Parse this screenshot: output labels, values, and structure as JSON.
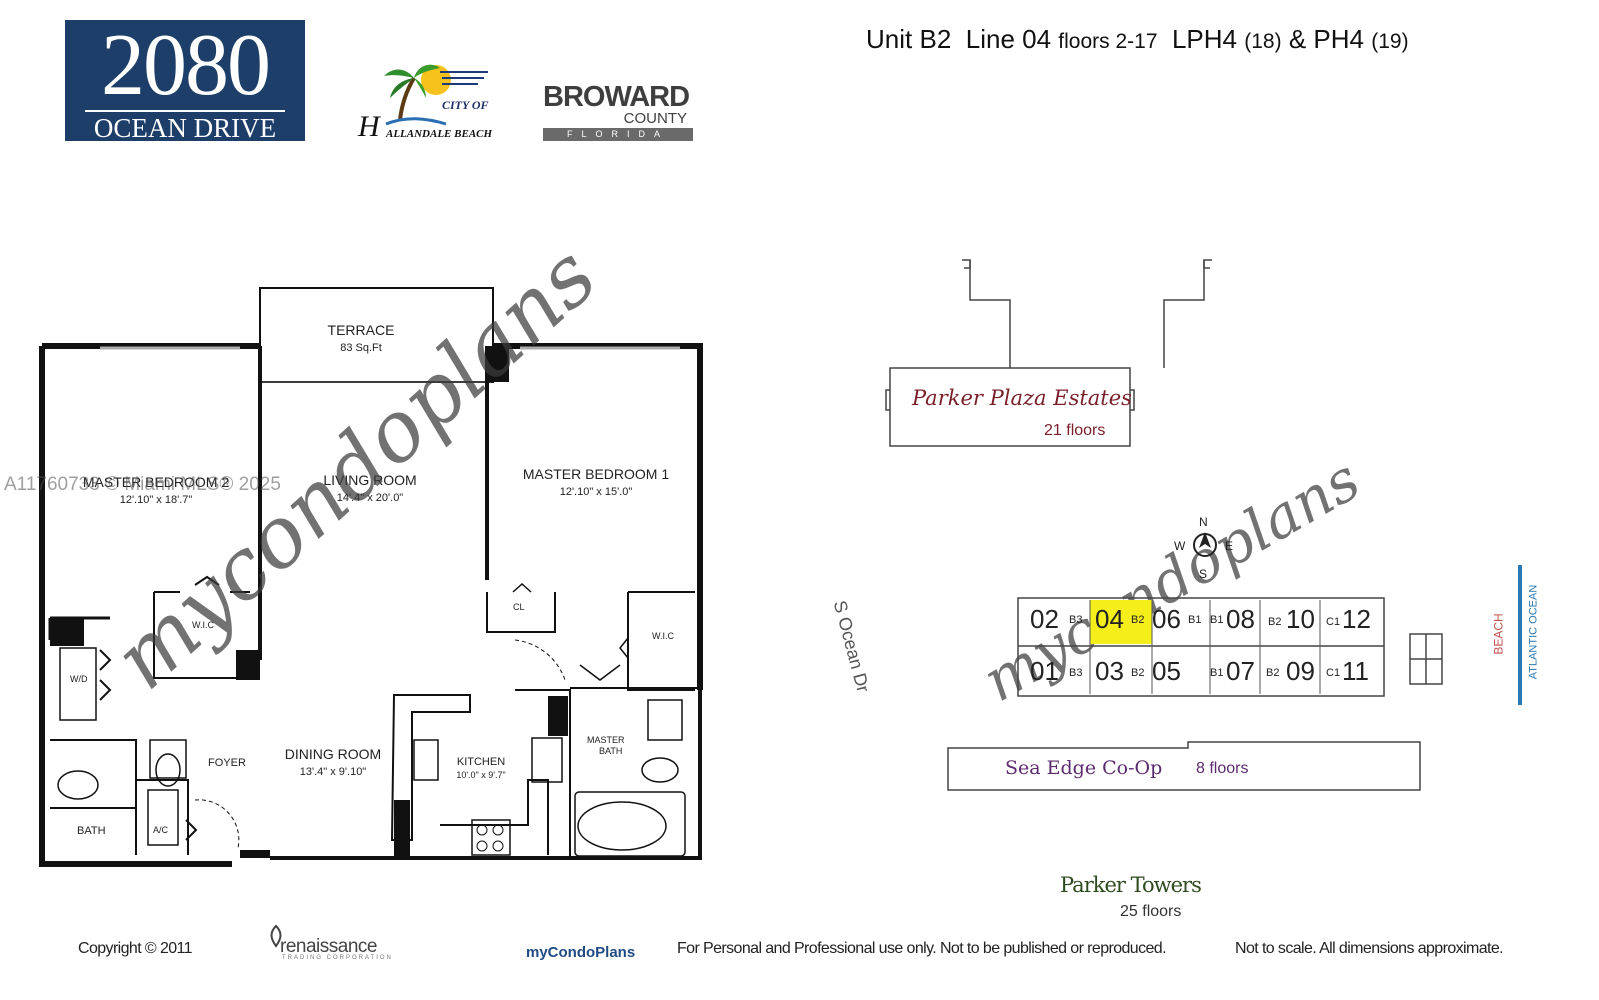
{
  "header": {
    "logo_number": "2080",
    "logo_subtitle": "OCEAN DRIVE",
    "city_logo": {
      "city_of": "CITY OF",
      "h": "H",
      "name": "ALLANDALE BEACH"
    },
    "county_logo": {
      "broward": "BROWARD",
      "county": "COUNTY",
      "florida": "FLORIDA"
    },
    "unit_line": {
      "unit_label": "Unit",
      "unit_type": "B2",
      "line_label": "Line",
      "line_number": "04",
      "floors_label": "floors 2-17",
      "lph": "LPH4",
      "lph_floor": "(18)",
      "amp": "&",
      "ph": "PH4",
      "ph_floor": "(19)"
    }
  },
  "floorplan": {
    "rooms": [
      {
        "key": "terrace",
        "name": "TERRACE",
        "dims": "83 Sq.Ft"
      },
      {
        "key": "master2",
        "name": "MASTER BEDROOM 2",
        "dims": "12'.10\" x 18'.7\""
      },
      {
        "key": "living",
        "name": "LIVING ROOM",
        "dims": "14'.4\" x 20'.0\""
      },
      {
        "key": "master1",
        "name": "MASTER BEDROOM 1",
        "dims": "12'.10\" x 15'.0\""
      },
      {
        "key": "dining",
        "name": "DINING ROOM",
        "dims": "13'.4\" x 9'.10\""
      },
      {
        "key": "kitchen",
        "name": "KITCHEN",
        "dims": "10'.0\" x 9'.7\""
      }
    ],
    "small_labels": {
      "wic_left": "W.I.C",
      "wic_right": "W.I.C",
      "cl": "CL",
      "wd": "W/D",
      "foyer": "FOYER",
      "bath": "BATH",
      "ac": "A/C",
      "master_bath_1": "MASTER",
      "master_bath_2": "BATH"
    },
    "watermark_text": "A11760733 © Miami MLS® 2025",
    "overlay_watermark": "mycondoplans"
  },
  "siteplan": {
    "parker_plaza": {
      "name": "Parker Plaza Estates",
      "floors": "21 floors"
    },
    "compass": {
      "n": "N",
      "s": "S",
      "e": "E",
      "w": "W"
    },
    "street": "S Ocean Dr",
    "beach": "BEACH",
    "ocean": "ATLANTIC OCEAN",
    "sea_edge": {
      "name": "Sea Edge Co-Op",
      "floors": "8 floors"
    },
    "parker_towers": {
      "name": "Parker Towers",
      "floors": "25 floors"
    },
    "highlight_color": "#f5ee1a",
    "units_top": [
      {
        "num": "02",
        "type": "B3"
      },
      {
        "num": "04",
        "type": "B2",
        "highlight": true
      },
      {
        "num": "06",
        "type": "B1"
      },
      {
        "num": "08",
        "type": "B1"
      },
      {
        "num": "10",
        "type": "B2"
      },
      {
        "num": "12",
        "type": "C1"
      }
    ],
    "units_bottom": [
      {
        "num": "01",
        "type": "B3"
      },
      {
        "num": "03",
        "type": "B2"
      },
      {
        "num": "05",
        "type": ""
      },
      {
        "num": "07",
        "type": "B1"
      },
      {
        "num": "09",
        "type": "B2"
      },
      {
        "num": "11",
        "type": "C1"
      }
    ]
  },
  "footer": {
    "copyright": "Copyright © 2011",
    "renaissance": "renaissance",
    "renaissance_sub": "TRADING CORPORATION",
    "mycondoplans": "myCondoPlans",
    "usage": "For Personal and Professional use only.  Not to be published or reproduced.",
    "scale": "Not to scale.  All dimensions approximate."
  }
}
